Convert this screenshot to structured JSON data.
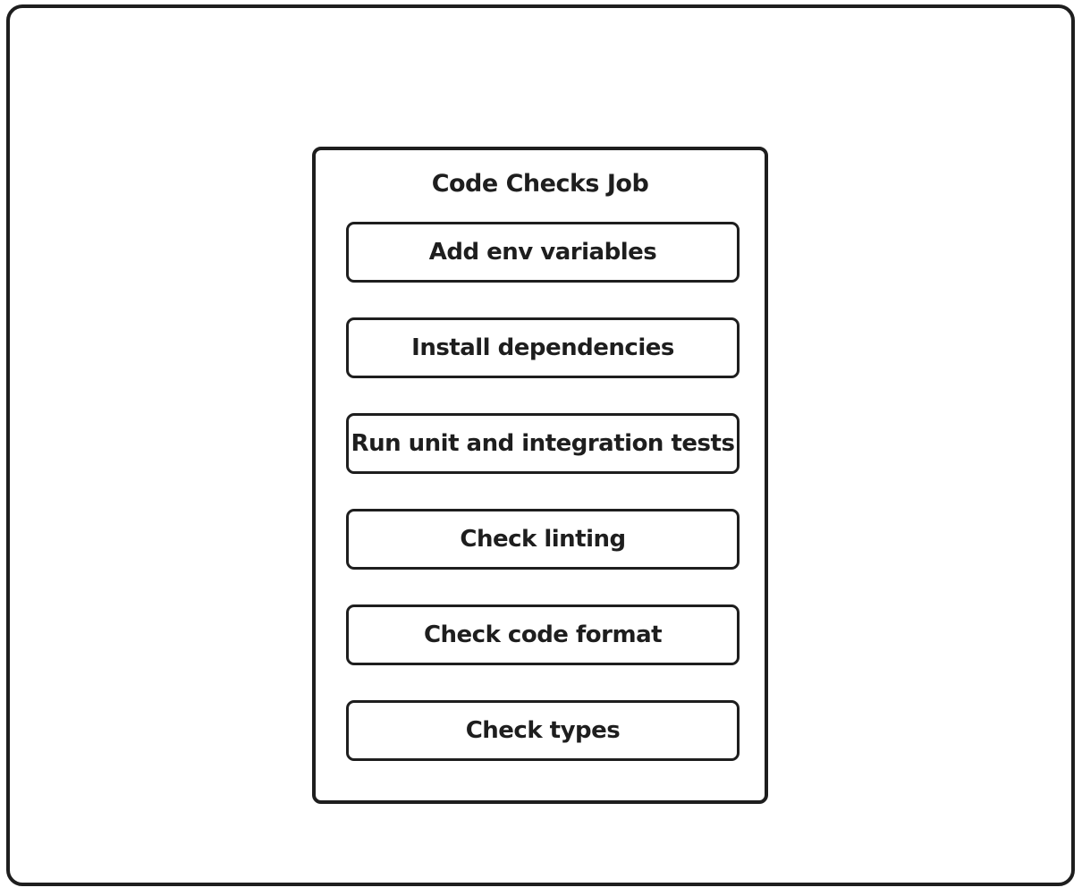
{
  "diagram": {
    "title": "Code Checks Job",
    "steps": [
      {
        "label": "Add env variables"
      },
      {
        "label": "Install dependencies"
      },
      {
        "label": "Run unit and integration tests"
      },
      {
        "label": "Check linting"
      },
      {
        "label": "Check code format"
      },
      {
        "label": "Check types"
      }
    ],
    "colors": {
      "stroke": "#1e1e1e",
      "background": "#ffffff"
    }
  }
}
